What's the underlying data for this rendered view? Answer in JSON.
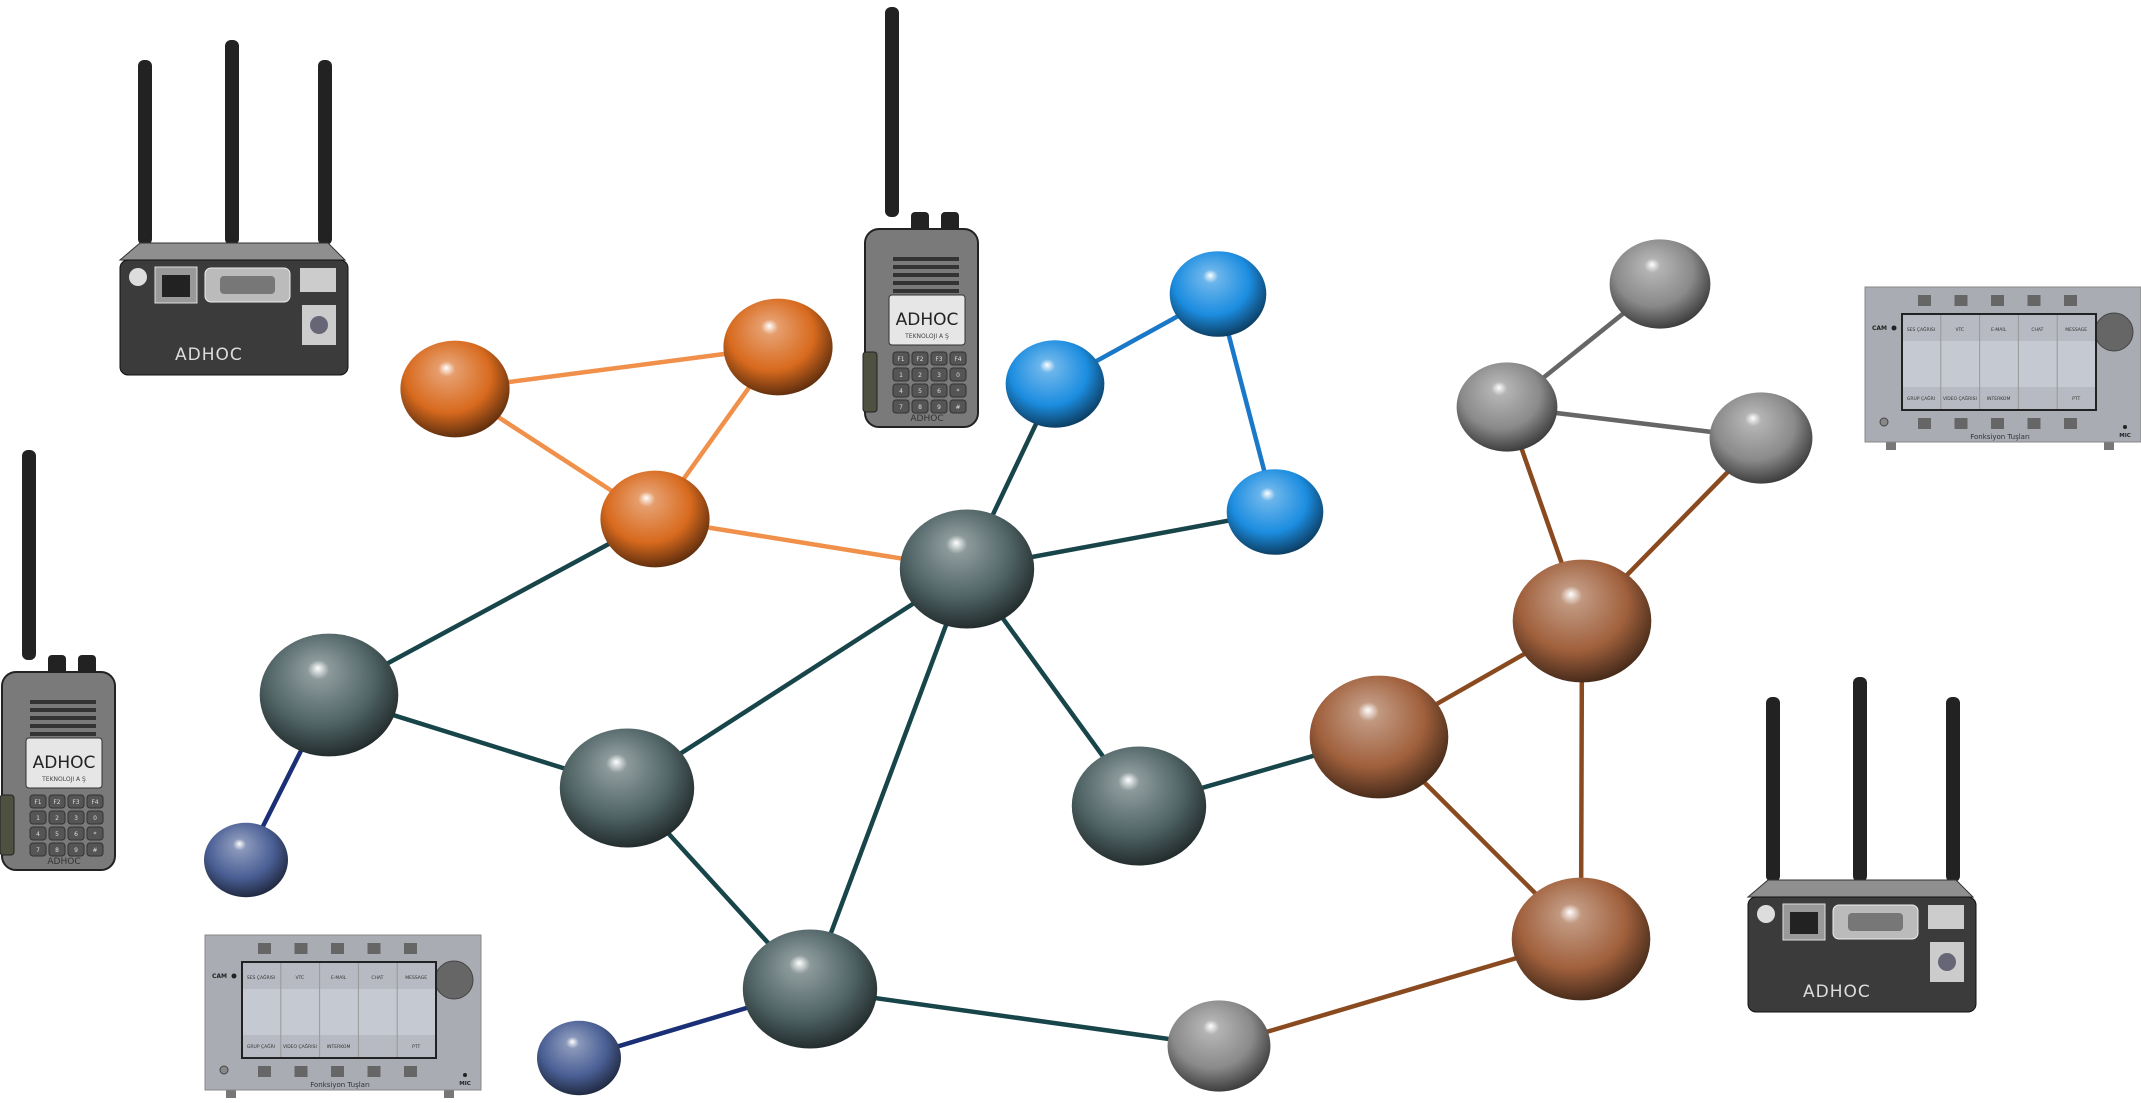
{
  "brand": {
    "logo": "ADHOC",
    "subtitle": "TEKNOLOJI A Ş"
  },
  "radio": {
    "keys": [
      "F1",
      "F2",
      "F3",
      "F4",
      "1",
      "2",
      "3",
      "0",
      "4",
      "5",
      "6",
      "*",
      "7",
      "8",
      "9",
      "#"
    ]
  },
  "panel": {
    "cam_label": "CAM",
    "mic_label": "MIC",
    "footer_label": "Fonksiyon Tuşları",
    "top_labels": [
      "SES ÇAĞRISI",
      "VTC",
      "E-MAİL",
      "CHAT",
      "MESSAGE"
    ],
    "bottom_labels": [
      "GRUP ÇAĞRI",
      "VIDEO ÇAĞRISI",
      "INTERKOM",
      "",
      "PTT"
    ]
  },
  "colors": {
    "orange": "#d86a1e",
    "blue": "#1c8de0",
    "teal": "#4f6365",
    "navy": "#4a5f95",
    "gray": "#8a8a8a",
    "copper": "#a0603c",
    "edge_orange": "#f0904a",
    "edge_teal": "#174549",
    "edge_blue": "#1b78c8",
    "edge_navy": "#1a2f75",
    "edge_copper": "#8a4a20",
    "edge_gray": "#666666"
  },
  "network": {
    "nodes": [
      {
        "id": "o1",
        "group": "orange"
      },
      {
        "id": "o2",
        "group": "orange"
      },
      {
        "id": "o3",
        "group": "orange"
      },
      {
        "id": "b1",
        "group": "blue"
      },
      {
        "id": "b2",
        "group": "blue"
      },
      {
        "id": "b3",
        "group": "blue"
      },
      {
        "id": "t1",
        "group": "teal"
      },
      {
        "id": "t2",
        "group": "teal"
      },
      {
        "id": "t3",
        "group": "teal"
      },
      {
        "id": "t4",
        "group": "teal"
      },
      {
        "id": "t5",
        "group": "teal"
      },
      {
        "id": "n1",
        "group": "navy"
      },
      {
        "id": "n2",
        "group": "navy"
      },
      {
        "id": "g1",
        "group": "gray"
      },
      {
        "id": "g2",
        "group": "gray"
      },
      {
        "id": "g3",
        "group": "gray"
      },
      {
        "id": "g4",
        "group": "gray"
      },
      {
        "id": "c1",
        "group": "copper"
      },
      {
        "id": "c2",
        "group": "copper"
      },
      {
        "id": "c3",
        "group": "copper"
      }
    ],
    "edges": [
      [
        "o1",
        "o2",
        "orange"
      ],
      [
        "o1",
        "o3",
        "orange"
      ],
      [
        "o2",
        "o3",
        "orange"
      ],
      [
        "o3",
        "t1",
        "orange"
      ],
      [
        "o3",
        "t2",
        "teal"
      ],
      [
        "t2",
        "t3",
        "teal"
      ],
      [
        "t2",
        "n1",
        "navy"
      ],
      [
        "t3",
        "t1",
        "teal"
      ],
      [
        "t3",
        "t5",
        "teal"
      ],
      [
        "t1",
        "t5",
        "teal"
      ],
      [
        "t1",
        "t4",
        "teal"
      ],
      [
        "t1",
        "b2",
        "teal"
      ],
      [
        "t1",
        "b3",
        "teal"
      ],
      [
        "b2",
        "b1",
        "blue"
      ],
      [
        "b1",
        "b3",
        "blue"
      ],
      [
        "t5",
        "n2",
        "navy"
      ],
      [
        "t5",
        "g4",
        "teal"
      ],
      [
        "t4",
        "c2",
        "teal"
      ],
      [
        "c2",
        "c1",
        "copper"
      ],
      [
        "c2",
        "c3",
        "copper"
      ],
      [
        "c1",
        "c3",
        "copper"
      ],
      [
        "c1",
        "g2",
        "copper"
      ],
      [
        "c1",
        "g3",
        "copper"
      ],
      [
        "c3",
        "g4",
        "copper"
      ],
      [
        "g2",
        "g1",
        "gray"
      ],
      [
        "g2",
        "g3",
        "gray"
      ]
    ]
  }
}
